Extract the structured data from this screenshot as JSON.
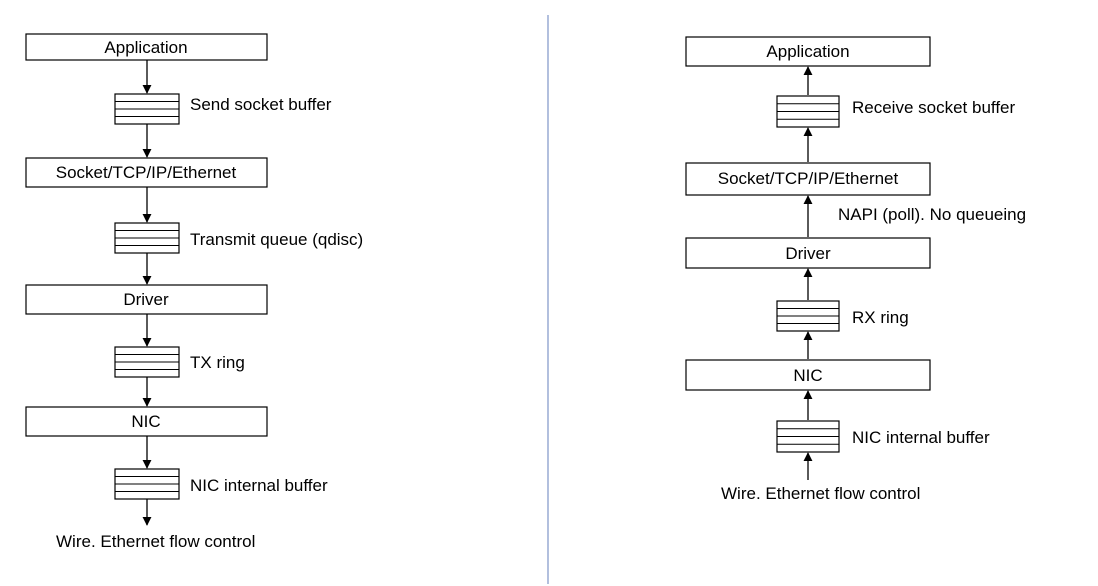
{
  "send_path": {
    "application": "Application",
    "send_socket_buffer": "Send socket buffer",
    "socket_stack": "Socket/TCP/IP/Ethernet",
    "transmit_queue": "Transmit queue (qdisc)",
    "driver": "Driver",
    "tx_ring": "TX ring",
    "nic": "NIC",
    "nic_internal_buffer": "NIC internal buffer",
    "wire": "Wire. Ethernet flow control"
  },
  "receive_path": {
    "application": "Application",
    "receive_socket_buffer": "Receive socket buffer",
    "socket_stack": "Socket/TCP/IP/Ethernet",
    "napi": "NAPI (poll). No queueing",
    "driver": "Driver",
    "rx_ring": "RX ring",
    "nic": "NIC",
    "nic_internal_buffer": "NIC internal buffer",
    "wire": "Wire. Ethernet flow control"
  },
  "colors": {
    "divider": "#7f95c7",
    "stroke": "#000000"
  }
}
